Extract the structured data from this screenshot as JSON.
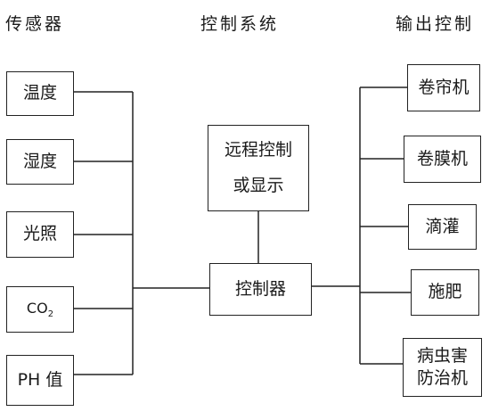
{
  "headers": {
    "sensors": "传感器",
    "control_system": "控制系统",
    "output_control": "输出控制"
  },
  "sensors": {
    "temperature": "温度",
    "humidity": "湿度",
    "light": "光照",
    "co2_main": "CO",
    "co2_sub": "2",
    "ph": "PH 值"
  },
  "control": {
    "remote_line1": "远程控制",
    "remote_line2": "或显示",
    "controller": "控制器"
  },
  "outputs": {
    "curtain": "卷帘机",
    "film": "卷膜机",
    "drip": "滴灌",
    "fertilize": "施肥",
    "pest_line1": "病虫害",
    "pest_line2": "防治机"
  }
}
